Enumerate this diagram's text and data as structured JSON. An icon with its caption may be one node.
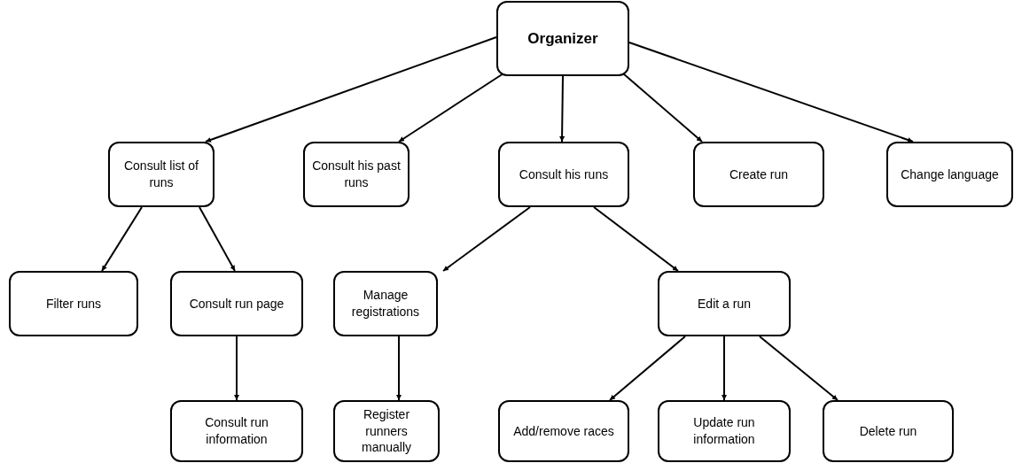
{
  "diagram": {
    "nodes": [
      {
        "text": [
          "Organizer"
        ]
      },
      {
        "text": [
          "Consult list of runs"
        ]
      },
      {
        "text": [
          "Consult his past runs"
        ]
      },
      {
        "text": [
          "Consult his runs"
        ]
      },
      {
        "text": [
          "Create run"
        ]
      },
      {
        "text": [
          "Change language"
        ]
      },
      {
        "text": [
          "Filter runs"
        ]
      },
      {
        "text": [
          "Consult run page"
        ]
      },
      {
        "text": [
          "Manage registrations"
        ]
      },
      {
        "text": [
          "Edit a run"
        ]
      },
      {
        "text": [
          "Consult run information"
        ]
      },
      {
        "text": [
          "Register runners manually"
        ]
      },
      {
        "text": [
          "Add/remove races"
        ]
      },
      {
        "text": [
          "Update run information"
        ]
      },
      {
        "text": [
          "Delete run"
        ]
      }
    ],
    "edges": [
      {
        "from": 0,
        "to": 1,
        "arrow": "to"
      },
      {
        "from": 0,
        "to": 2,
        "arrow": "to"
      },
      {
        "from": 0,
        "to": 3,
        "arrow": "to"
      },
      {
        "from": 0,
        "to": 4,
        "arrow": "to"
      },
      {
        "from": 0,
        "to": 5,
        "arrow": "to"
      },
      {
        "from": 1,
        "to": 6,
        "arrow": "to"
      },
      {
        "from": 1,
        "to": 7,
        "arrow": "to"
      },
      {
        "from": 7,
        "to": 10,
        "arrow": "to"
      },
      {
        "from": 3,
        "to": 8,
        "arrow": "to"
      },
      {
        "from": 3,
        "to": 9,
        "arrow": "to"
      },
      {
        "from": 8,
        "to": 11,
        "arrow": "to"
      },
      {
        "from": 9,
        "to": 12,
        "arrow": "to"
      },
      {
        "from": 9,
        "to": 13,
        "arrow": "to"
      },
      {
        "from": 9,
        "to": 14,
        "arrow": "to"
      }
    ]
  }
}
